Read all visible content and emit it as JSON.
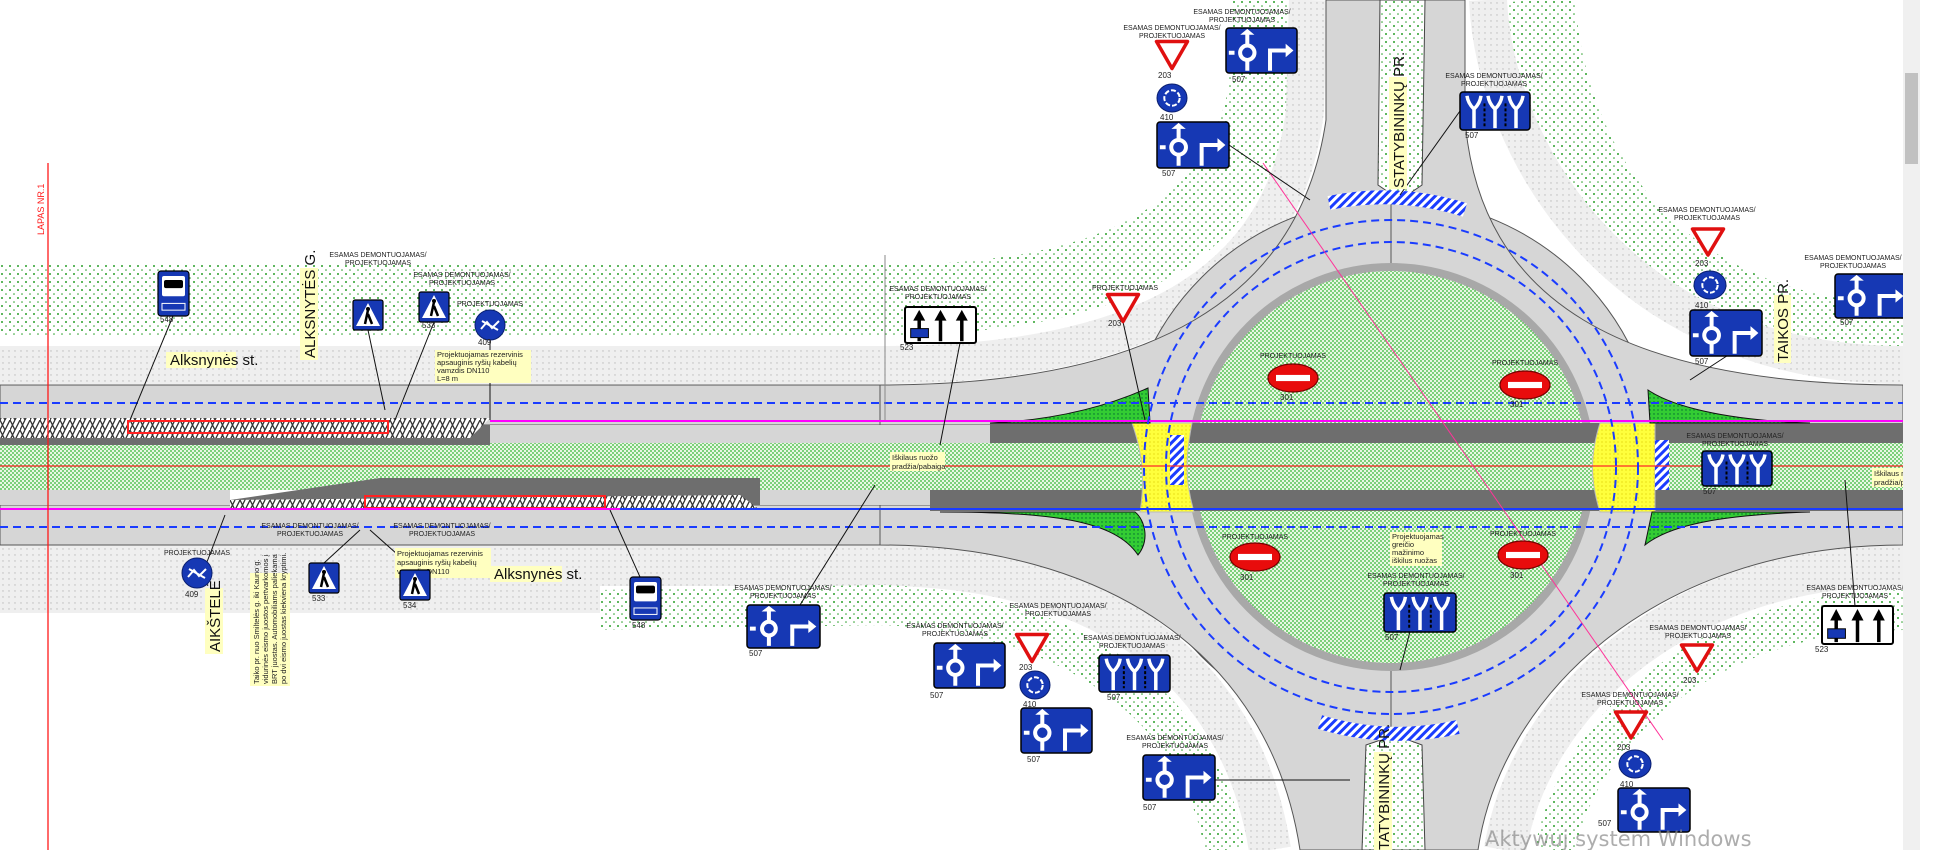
{
  "sheet": {
    "label": "LAPAS NR.1"
  },
  "streets": {
    "alksnytes": "ALKSNYTĖS G.",
    "alksnynes_north": "Alksnynės st.",
    "alksnynes_south": "Alksnynės st.",
    "aikstele": "AIKŠTELĖ",
    "statybininku_north": "STATYBININKŲ PR.",
    "statybininku_south": "STATYBININKŲ PR.",
    "taikos": "TAIKOS PR."
  },
  "notes": {
    "cable_north": [
      "Projektuojamas rezervinis",
      "apsauginis ryšių kabelių",
      "vamzdis DN110",
      "L=8 m"
    ],
    "cable_south": [
      "Projektuojamas rezervinis",
      "apsauginis ryšių kabelių",
      "vamzdis DN110"
    ],
    "brt": [
      "Taiko pr. nuo Smiltelės g. iki Kauno g.",
      "vidurinės eismo juostos pertvarkomos į",
      "BRT juostas. Automobiliams paliekama",
      "po dvi eismo juostas kiekviena kryptimi."
    ],
    "hump_west": [
      "Iškilaus ruožo",
      "pradžia/pabaiga"
    ],
    "hump_east": [
      "Iškilaus ruožo",
      "pradžia/pabaiga"
    ],
    "speed_hump": [
      "Projektuojamas",
      "greičio",
      "mažinimo",
      "iškilus ruožas"
    ]
  },
  "signs": [
    {
      "icon": "bus-stop-sign",
      "code": "548"
    },
    {
      "icon": "pedestrian-crossing-sign",
      "label1": "ESAMAS DEMONTUOJAMAS/",
      "label2": "PROJEKTUOJAMAS"
    },
    {
      "icon": "pedestrian-crossing-sign",
      "label1": "ESAMAS DEMONTUOJAMAS/",
      "label2": "PROJEKTUOJAMAS",
      "code": "533"
    },
    {
      "icon": "bicycle-path-sign",
      "label1": "PROJEKTUOJAMAS",
      "code": "409"
    },
    {
      "icon": "bus-stop-sign",
      "code": "548"
    },
    {
      "icon": "pedestrian-crossing-sign",
      "label1": "ESAMAS DEMONTUOJAMAS/",
      "label2": "PROJEKTUOJAMAS",
      "code": "533"
    },
    {
      "icon": "pedestrian-crossing-sign",
      "label1": "ESAMAS DEMONTUOJAMAS/",
      "label2": "PROJEKTUOJAMAS",
      "code": "534"
    },
    {
      "icon": "bicycle-path-sign",
      "label1": "PROJEKTUOJAMAS",
      "code": "409"
    },
    {
      "icon": "roundabout-direction-sign",
      "label1": "ESAMAS DEMONTUOJAMAS/",
      "label2": "PROJEKTUOJAMAS",
      "code": "507"
    },
    {
      "icon": "lane-direction-sign",
      "label1": "ESAMAS DEMONTUOJAMAS/",
      "label2": "PROJEKTUOJAMAS",
      "code": "523"
    },
    {
      "icon": "yield-sign",
      "label1": "PROJEKTUOJAMAS",
      "code": "203"
    },
    {
      "icon": "yield-sign",
      "label1": "ESAMAS DEMONTUOJAMAS/",
      "label2": "PROJEKTUOJAMAS",
      "code": "203"
    },
    {
      "icon": "roundabout-sign",
      "code": "410"
    },
    {
      "icon": "roundabout-direction-sign",
      "code": "507"
    },
    {
      "icon": "roundabout-direction-sign",
      "label1": "ESAMAS DEMONTUOJAMAS/",
      "label2": "PROJEKTUOJAMAS",
      "code": "507"
    },
    {
      "icon": "lane-arrows-sign",
      "label1": "ESAMAS DEMONTUOJAMAS/",
      "label2": "PROJEKTUOJAMAS",
      "code": "507"
    },
    {
      "icon": "no-entry-sign",
      "label1": "PROJEKTUOJAMAS",
      "code": "301"
    },
    {
      "icon": "no-entry-sign",
      "label1": "PROJEKTUOJAMAS",
      "code": "301"
    },
    {
      "icon": "no-entry-sign",
      "label1": "PROJEKTUOJAMAS",
      "code": "301"
    },
    {
      "icon": "no-entry-sign",
      "label1": "PROJEKTUOJAMAS",
      "code": "301"
    },
    {
      "icon": "lane-arrows-sign",
      "label1": "ESAMAS DEMONTUOJAMAS/",
      "label2": "PROJEKTUOJAMAS",
      "code": "507"
    },
    {
      "icon": "roundabout-direction-sign",
      "label1": "ESAMAS DEMONTUOJAMAS/",
      "label2": "PROJEKTUOJAMAS",
      "code": "507"
    },
    {
      "icon": "yield-sign",
      "label1": "ESAMAS DEMONTUOJAMAS/",
      "label2": "PROJEKTUOJAMAS",
      "code": "203"
    },
    {
      "icon": "roundabout-sign",
      "code": "410"
    },
    {
      "icon": "roundabout-direction-sign",
      "code": "507"
    },
    {
      "icon": "lane-arrows-sign",
      "label1": "ESAMAS DEMONTUOJAMAS/",
      "label2": "PROJEKTUOJAMAS",
      "code": "507"
    },
    {
      "icon": "roundabout-direction-sign",
      "label1": "ESAMAS DEMONTUOJAMAS/",
      "label2": "PROJEKTUOJAMAS",
      "code": "507"
    },
    {
      "icon": "yield-sign",
      "label1": "ESAMAS DEMONTUOJAMAS/",
      "label2": "PROJEKTUOJAMAS",
      "code": "203"
    },
    {
      "icon": "roundabout-sign",
      "code": "410"
    },
    {
      "icon": "roundabout-direction-sign",
      "code": "507"
    },
    {
      "icon": "roundabout-direction-sign",
      "label1": "ESAMAS DEMONTUOJAMAS/",
      "label2": "PROJEKTUOJAMAS",
      "code": "507"
    },
    {
      "icon": "lane-arrows-sign",
      "label1": "ESAMAS DEMONTUOJAMAS/",
      "label2": "PROJEKTUOJAMAS",
      "code": "507"
    },
    {
      "icon": "lane-direction-sign",
      "label1": "ESAMAS DEMONTUOJAMAS/",
      "label2": "PROJEKTUOJAMAS",
      "code": "523"
    },
    {
      "icon": "yield-sign",
      "label1": "ESAMAS DEMONTUOJAMAS/",
      "label2": "PROJEKTUOJAMAS",
      "code": "203"
    },
    {
      "icon": "yield-sign",
      "label1": "ESAMAS DEMONTUOJAMAS/",
      "label2": "PROJEKTUOJAMAS",
      "code": "203"
    },
    {
      "icon": "roundabout-sign",
      "code": "410"
    },
    {
      "icon": "roundabout-direction-sign",
      "code": "507"
    }
  ],
  "colors": {
    "road": "#d6d6d6",
    "brt_lane": "#6e6e6e",
    "sign_blue": "#1638b4",
    "marking_blue": "#1a3cff",
    "axis_red": "#ff2a2a",
    "crossing_yellow": "#ffff3c"
  },
  "watermark": "Aktywuj system Windows"
}
